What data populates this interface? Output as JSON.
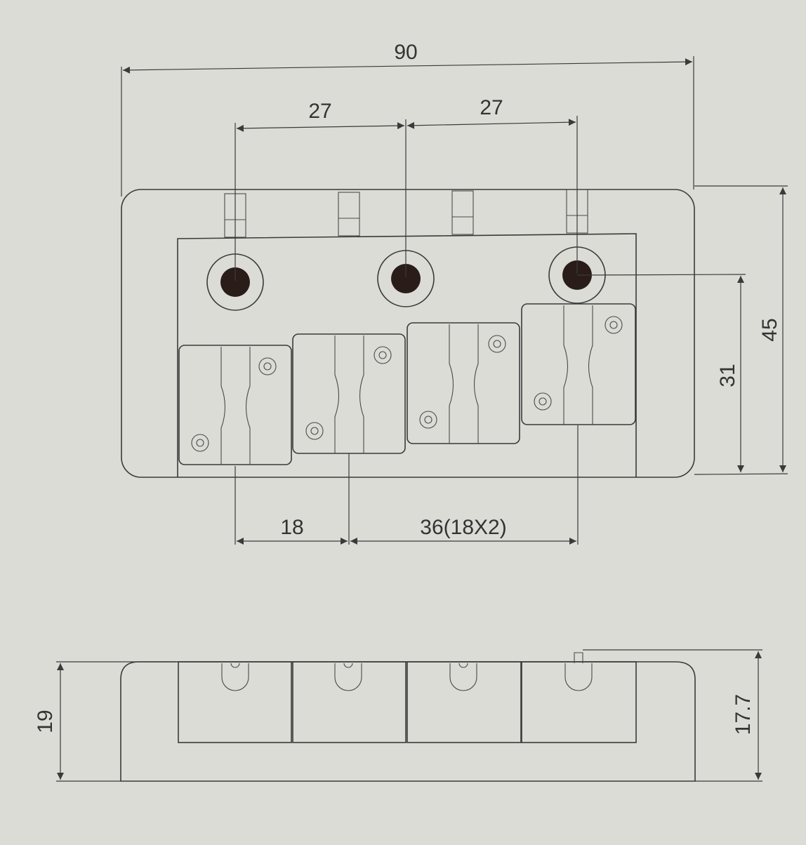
{
  "dimensions": {
    "overall_width": "90",
    "mount_spacing_left": "27",
    "mount_spacing_right": "27",
    "overall_depth": "45",
    "hole_to_back": "31",
    "string_spacing": "18",
    "string_spacing_total": "36(18X2)",
    "side_height": "19",
    "saddle_height": "17.7"
  },
  "colors": {
    "background": "#dcdcd6",
    "line": "#3a3a3a",
    "hole": "#2a1c18"
  }
}
